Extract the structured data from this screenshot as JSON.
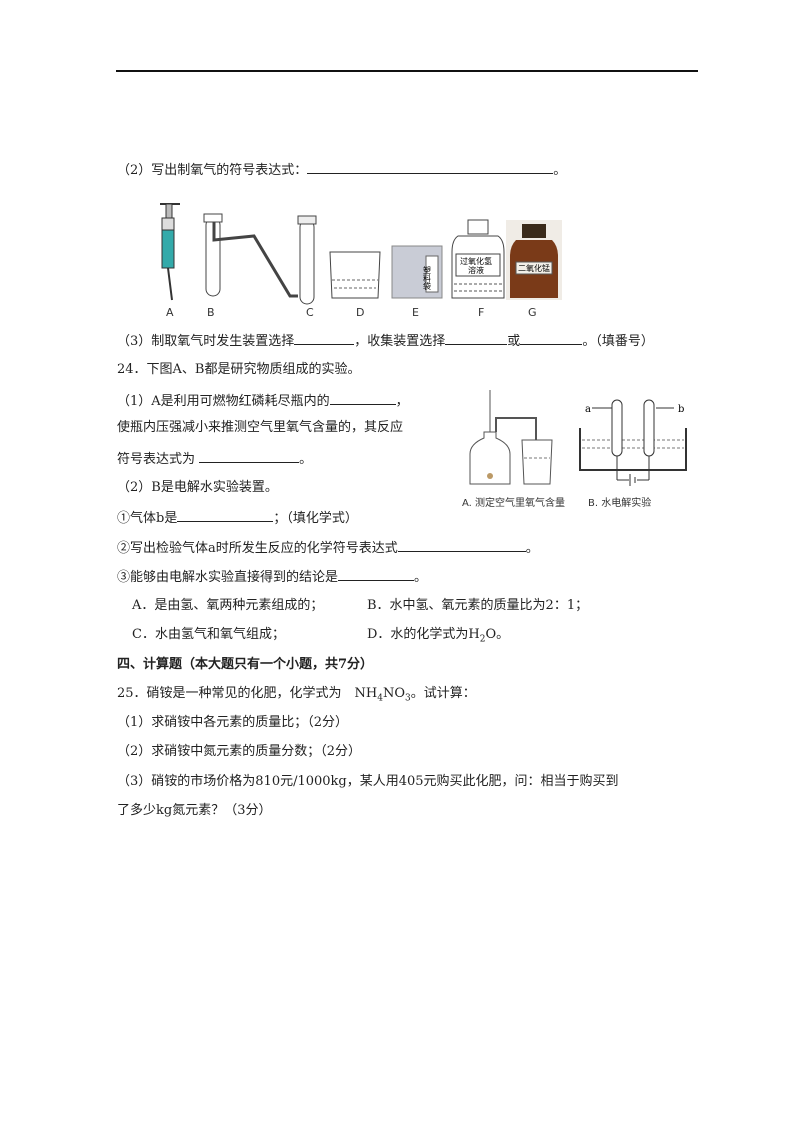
{
  "q23_2": {
    "text": "（2）写出制氧气的符号表达式：",
    "end": "。"
  },
  "equipment": {
    "labels": [
      "A",
      "B",
      "C",
      "D",
      "E",
      "F",
      "G"
    ],
    "e_bag_text": "塑料袋",
    "f_bottle_text_1": "过氧化氢",
    "f_bottle_text_2": "溶液",
    "g_bottle_text": "二氧化锰"
  },
  "q23_3": {
    "pre": "（3）制取氧气时发生装置选择",
    "mid1": "，收集装置选择",
    "mid2": "或",
    "post": "。（填番号）"
  },
  "q24": {
    "title": "24．下图A、B都是研究物质组成的实验。",
    "p1_line1": "（1）A是利用可燃物红磷耗尽瓶内的",
    "p1_line1_end": "，",
    "p1_line2": "使瓶内压强减小来推测空气里氧气含量的，其反应",
    "p1_line3": "符号表达式为",
    "p1_line3_end": "。",
    "p2": "（2）B是电解水实验装置。",
    "i1": "①气体b是",
    "i1_end": "；（填化学式）",
    "i2": "②写出检验气体a时所发生反应的化学符号表达式",
    "i2_end": "。",
    "i3": "③能够由电解水实验直接得到的结论是",
    "i3_end": "。",
    "optA": "A．是由氢、氧两种元素组成的；",
    "optB": "B．水中氢、氧元素的质量比为2：1；",
    "optC": "C．水由氢气和氧气组成；",
    "optD_pre": "D．水的化学式为H",
    "optD_sub": "2",
    "optD_post": "O。",
    "figA_caption": "A. 测定空气里氧气含量",
    "figB_caption": "B. 水电解实验",
    "figB_a": "a",
    "figB_b": "b"
  },
  "section4": {
    "title": "四、计算题（本大题只有一个小题，共7分）"
  },
  "q25": {
    "stem_pre": "25．硝铵是一种常见的化肥，化学式为　NH",
    "stem_sub1": "4",
    "stem_mid": "NO",
    "stem_sub2": "3",
    "stem_post": "。试计算：",
    "s1": "（1）求硝铵中各元素的质量比；（2分）",
    "s2": "（2）求硝铵中氮元素的质量分数；（2分）",
    "s3_line1": "（3）硝铵的市场价格为810元/1000kg，某人用405元购买此化肥，问：相当于购买到",
    "s3_line2": "了多少kg氮元素？（3分）"
  }
}
